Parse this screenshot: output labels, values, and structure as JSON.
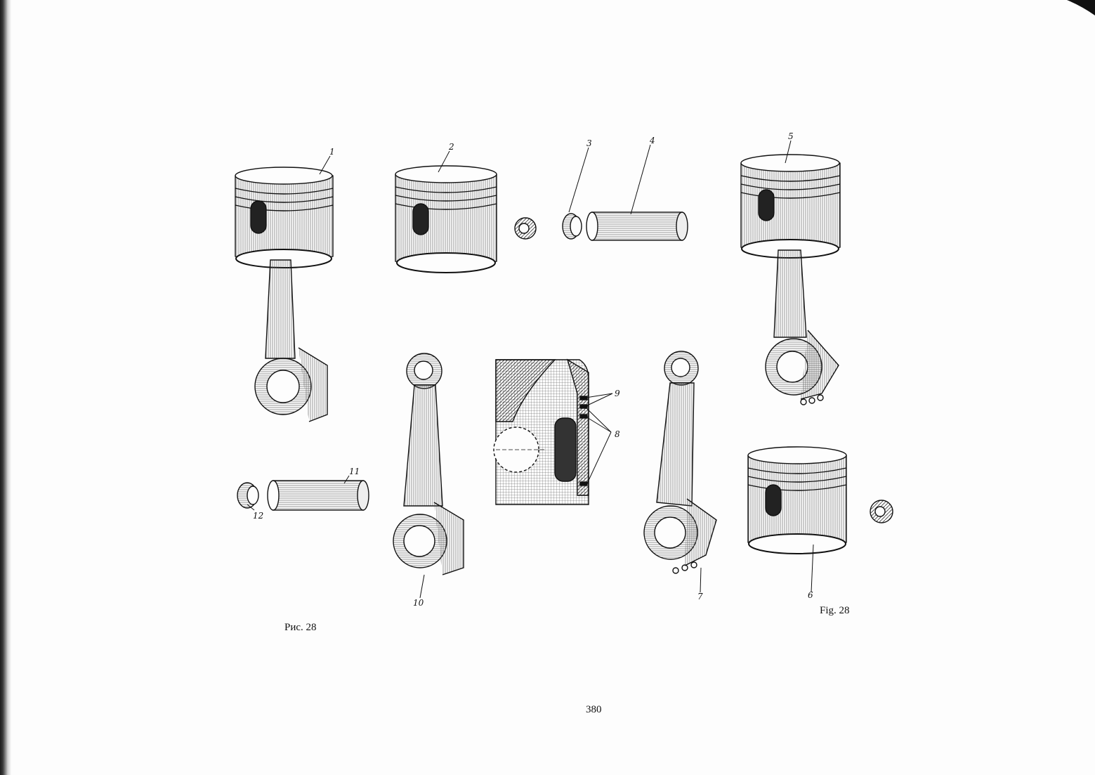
{
  "callouts": {
    "c1": "1",
    "c2": "2",
    "c3": "3",
    "c4": "4",
    "c5": "5",
    "c6": "6",
    "c7": "7",
    "c8": "8",
    "c9": "9",
    "c10": "10",
    "c11": "11",
    "c12": "12"
  },
  "captions": {
    "left": "Рис. 28",
    "right": "Fig. 28"
  },
  "page_number": "380"
}
